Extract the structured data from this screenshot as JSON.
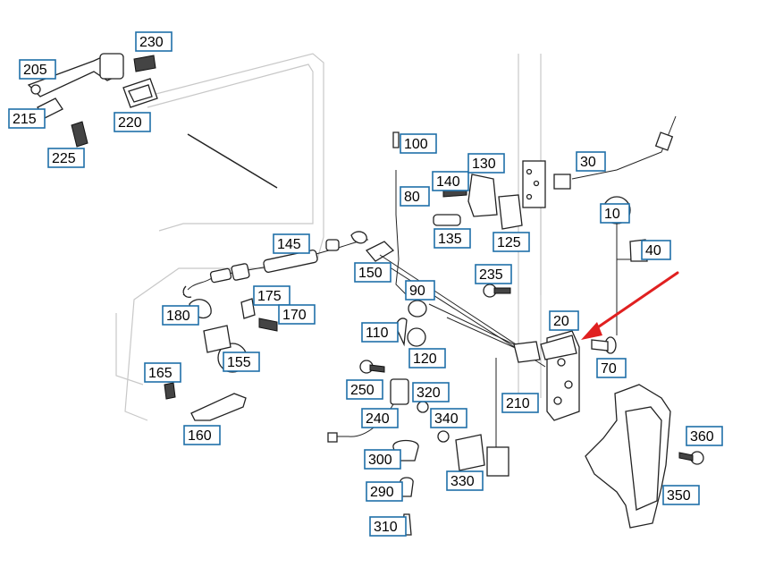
{
  "callouts": [
    {
      "id": "205",
      "label": "205"
    },
    {
      "id": "230",
      "label": "230"
    },
    {
      "id": "215",
      "label": "215"
    },
    {
      "id": "220",
      "label": "220"
    },
    {
      "id": "225",
      "label": "225"
    },
    {
      "id": "100",
      "label": "100"
    },
    {
      "id": "80",
      "label": "80"
    },
    {
      "id": "140",
      "label": "140"
    },
    {
      "id": "130",
      "label": "130"
    },
    {
      "id": "135",
      "label": "135"
    },
    {
      "id": "125",
      "label": "125"
    },
    {
      "id": "30",
      "label": "30"
    },
    {
      "id": "10",
      "label": "10"
    },
    {
      "id": "40",
      "label": "40"
    },
    {
      "id": "145",
      "label": "145"
    },
    {
      "id": "150",
      "label": "150"
    },
    {
      "id": "235",
      "label": "235"
    },
    {
      "id": "90",
      "label": "90"
    },
    {
      "id": "175",
      "label": "175"
    },
    {
      "id": "170",
      "label": "170"
    },
    {
      "id": "180",
      "label": "180"
    },
    {
      "id": "20",
      "label": "20"
    },
    {
      "id": "110",
      "label": "110"
    },
    {
      "id": "120",
      "label": "120"
    },
    {
      "id": "70",
      "label": "70"
    },
    {
      "id": "165",
      "label": "165"
    },
    {
      "id": "155",
      "label": "155"
    },
    {
      "id": "250",
      "label": "250"
    },
    {
      "id": "320",
      "label": "320"
    },
    {
      "id": "210",
      "label": "210"
    },
    {
      "id": "240",
      "label": "240"
    },
    {
      "id": "340",
      "label": "340"
    },
    {
      "id": "160",
      "label": "160"
    },
    {
      "id": "360",
      "label": "360"
    },
    {
      "id": "300",
      "label": "300"
    },
    {
      "id": "330",
      "label": "330"
    },
    {
      "id": "350",
      "label": "350"
    },
    {
      "id": "290",
      "label": "290"
    },
    {
      "id": "310",
      "label": "310"
    }
  ],
  "highlight_arrow_color": "#e02020",
  "callout_border_color": "#1f6fa8"
}
